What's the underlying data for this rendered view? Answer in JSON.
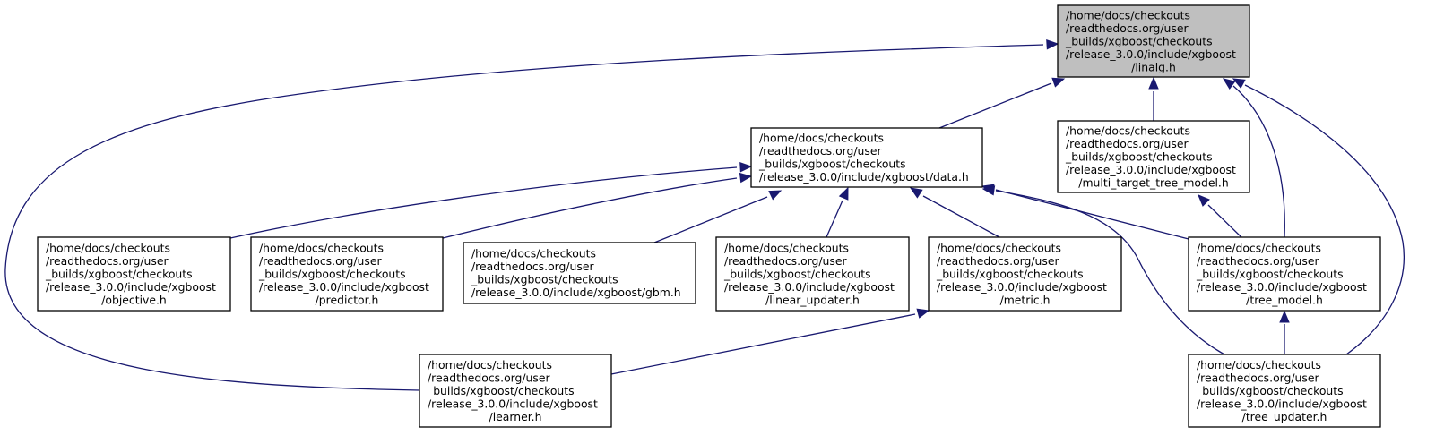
{
  "nodes": {
    "linalg": {
      "lines": [
        "/home/docs/checkouts",
        "/readthedocs.org/user",
        "_builds/xgboost/checkouts",
        "/release_3.0.0/include/xgboost",
        "/linalg.h"
      ],
      "align": [
        "start",
        "start",
        "start",
        "start",
        "middle"
      ]
    },
    "data": {
      "lines": [
        "/home/docs/checkouts",
        "/readthedocs.org/user",
        "_builds/xgboost/checkouts",
        "/release_3.0.0/include/xgboost/data.h"
      ],
      "align": [
        "start",
        "start",
        "start",
        "start"
      ]
    },
    "multi_target": {
      "lines": [
        "/home/docs/checkouts",
        "/readthedocs.org/user",
        "_builds/xgboost/checkouts",
        "/release_3.0.0/include/xgboost",
        "/multi_target_tree_model.h"
      ],
      "align": [
        "start",
        "start",
        "start",
        "start",
        "middle"
      ]
    },
    "objective": {
      "lines": [
        "/home/docs/checkouts",
        "/readthedocs.org/user",
        "_builds/xgboost/checkouts",
        "/release_3.0.0/include/xgboost",
        "/objective.h"
      ],
      "align": [
        "start",
        "start",
        "start",
        "start",
        "middle"
      ]
    },
    "predictor": {
      "lines": [
        "/home/docs/checkouts",
        "/readthedocs.org/user",
        "_builds/xgboost/checkouts",
        "/release_3.0.0/include/xgboost",
        "/predictor.h"
      ],
      "align": [
        "start",
        "start",
        "start",
        "start",
        "middle"
      ]
    },
    "gbm": {
      "lines": [
        "/home/docs/checkouts",
        "/readthedocs.org/user",
        "_builds/xgboost/checkouts",
        "/release_3.0.0/include/xgboost/gbm.h"
      ],
      "align": [
        "start",
        "start",
        "start",
        "start"
      ]
    },
    "linear_updater": {
      "lines": [
        "/home/docs/checkouts",
        "/readthedocs.org/user",
        "_builds/xgboost/checkouts",
        "/release_3.0.0/include/xgboost",
        "/linear_updater.h"
      ],
      "align": [
        "start",
        "start",
        "start",
        "start",
        "middle"
      ]
    },
    "metric": {
      "lines": [
        "/home/docs/checkouts",
        "/readthedocs.org/user",
        "_builds/xgboost/checkouts",
        "/release_3.0.0/include/xgboost",
        "/metric.h"
      ],
      "align": [
        "start",
        "start",
        "start",
        "start",
        "middle"
      ]
    },
    "tree_model": {
      "lines": [
        "/home/docs/checkouts",
        "/readthedocs.org/user",
        "_builds/xgboost/checkouts",
        "/release_3.0.0/include/xgboost",
        "/tree_model.h"
      ],
      "align": [
        "start",
        "start",
        "start",
        "start",
        "middle"
      ]
    },
    "learner": {
      "lines": [
        "/home/docs/checkouts",
        "/readthedocs.org/user",
        "_builds/xgboost/checkouts",
        "/release_3.0.0/include/xgboost",
        "/learner.h"
      ],
      "align": [
        "start",
        "start",
        "start",
        "start",
        "middle"
      ]
    },
    "tree_updater": {
      "lines": [
        "/home/docs/checkouts",
        "/readthedocs.org/user",
        "_builds/xgboost/checkouts",
        "/release_3.0.0/include/xgboost",
        "/tree_updater.h"
      ],
      "align": [
        "start",
        "start",
        "start",
        "start",
        "middle"
      ]
    }
  },
  "edges": [
    {
      "from": "data",
      "to": "linalg"
    },
    {
      "from": "multi_target",
      "to": "linalg"
    },
    {
      "from": "tree_model",
      "to": "linalg"
    },
    {
      "from": "tree_updater",
      "to": "linalg"
    },
    {
      "from": "learner",
      "to": "linalg"
    },
    {
      "from": "objective",
      "to": "data"
    },
    {
      "from": "predictor",
      "to": "data"
    },
    {
      "from": "gbm",
      "to": "data"
    },
    {
      "from": "linear_updater",
      "to": "data"
    },
    {
      "from": "metric",
      "to": "data"
    },
    {
      "from": "tree_model",
      "to": "data"
    },
    {
      "from": "tree_updater",
      "to": "data"
    },
    {
      "from": "tree_model",
      "to": "multi_target"
    },
    {
      "from": "tree_model",
      "to": "tree_updater"
    },
    {
      "from": "learner",
      "to": "metric"
    }
  ],
  "colors": {
    "edge": "#191970",
    "root_fill": "#bfbfbf",
    "node_fill": "#ffffff",
    "node_stroke": "#000000"
  }
}
